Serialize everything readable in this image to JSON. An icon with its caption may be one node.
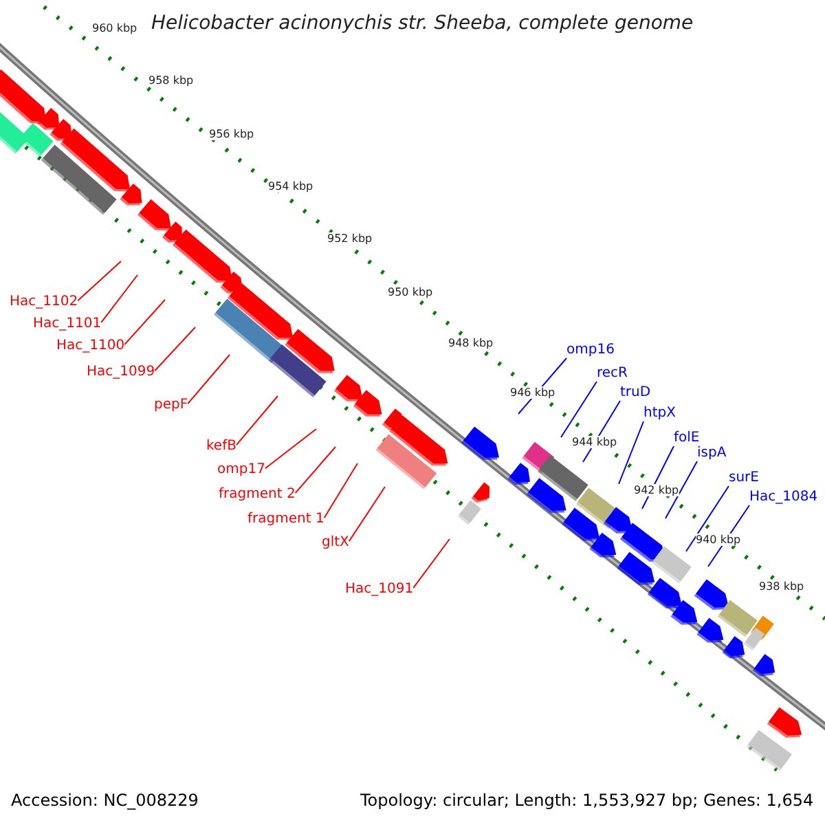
{
  "diagram": {
    "title": "Helicobacter acinonychis str. Sheeba, complete genome",
    "nodes": [
      {
        "text": [
          "Hac_1102"
        ]
      },
      {
        "text": [
          "Hac_1101"
        ]
      },
      {
        "text": [
          "Hac_1100"
        ]
      },
      {
        "text": [
          "Hac_1099"
        ]
      },
      {
        "text": [
          "pepF"
        ]
      },
      {
        "text": [
          "kefB"
        ]
      },
      {
        "text": [
          "omp17"
        ]
      },
      {
        "text": [
          "fragment 2"
        ]
      },
      {
        "text": [
          "fragment 1"
        ]
      },
      {
        "text": [
          "gltX"
        ]
      },
      {
        "text": [
          "Hac_1091"
        ]
      },
      {
        "text": [
          "omp16"
        ]
      },
      {
        "text": [
          "recR"
        ]
      },
      {
        "text": [
          "truD"
        ]
      },
      {
        "text": [
          "htpX"
        ]
      },
      {
        "text": [
          "folE"
        ]
      },
      {
        "text": [
          "ispA"
        ]
      },
      {
        "text": [
          "surE"
        ]
      },
      {
        "text": [
          "Hac_1084"
        ]
      }
    ],
    "edges": [
      {
        "from": 0,
        "to": null,
        "arrow": "none"
      },
      {
        "from": 1,
        "to": null,
        "arrow": "none"
      },
      {
        "from": 2,
        "to": null,
        "arrow": "none"
      },
      {
        "from": 3,
        "to": null,
        "arrow": "none"
      },
      {
        "from": 4,
        "to": null,
        "arrow": "none"
      },
      {
        "from": 5,
        "to": null,
        "arrow": "none"
      },
      {
        "from": 6,
        "to": null,
        "arrow": "none"
      },
      {
        "from": 7,
        "to": null,
        "arrow": "none"
      },
      {
        "from": 8,
        "to": null,
        "arrow": "none"
      },
      {
        "from": 9,
        "to": null,
        "arrow": "none"
      },
      {
        "from": 10,
        "to": null,
        "arrow": "none"
      },
      {
        "from": 11,
        "to": null,
        "arrow": "none",
        "color": "#0000ff"
      },
      {
        "from": 12,
        "to": null,
        "arrow": "none",
        "color": "#0000ff"
      },
      {
        "from": 13,
        "to": null,
        "arrow": "none",
        "color": "#0000ff"
      },
      {
        "from": 14,
        "to": null,
        "arrow": "none",
        "color": "#0000ff"
      },
      {
        "from": 15,
        "to": null,
        "arrow": "none",
        "color": "#0000ff"
      },
      {
        "from": 16,
        "to": null,
        "arrow": "none",
        "color": "#0000ff"
      },
      {
        "from": 17,
        "to": null,
        "arrow": "none",
        "color": "#0000ff"
      },
      {
        "from": 18,
        "to": null,
        "arrow": "none",
        "color": "#0000ff"
      }
    ],
    "labels": [
      "960 kbp",
      "958 kbp",
      "956 kbp",
      "954 kbp",
      "952 kbp",
      "950 kbp",
      "948 kbp",
      "946 kbp",
      "944 kbp",
      "942 kbp",
      "940 kbp",
      "938 kbp",
      "Accession: NC_008229",
      "Topology: circular; Length: 1,553,927 bp; Genes: 1,654"
    ]
  }
}
